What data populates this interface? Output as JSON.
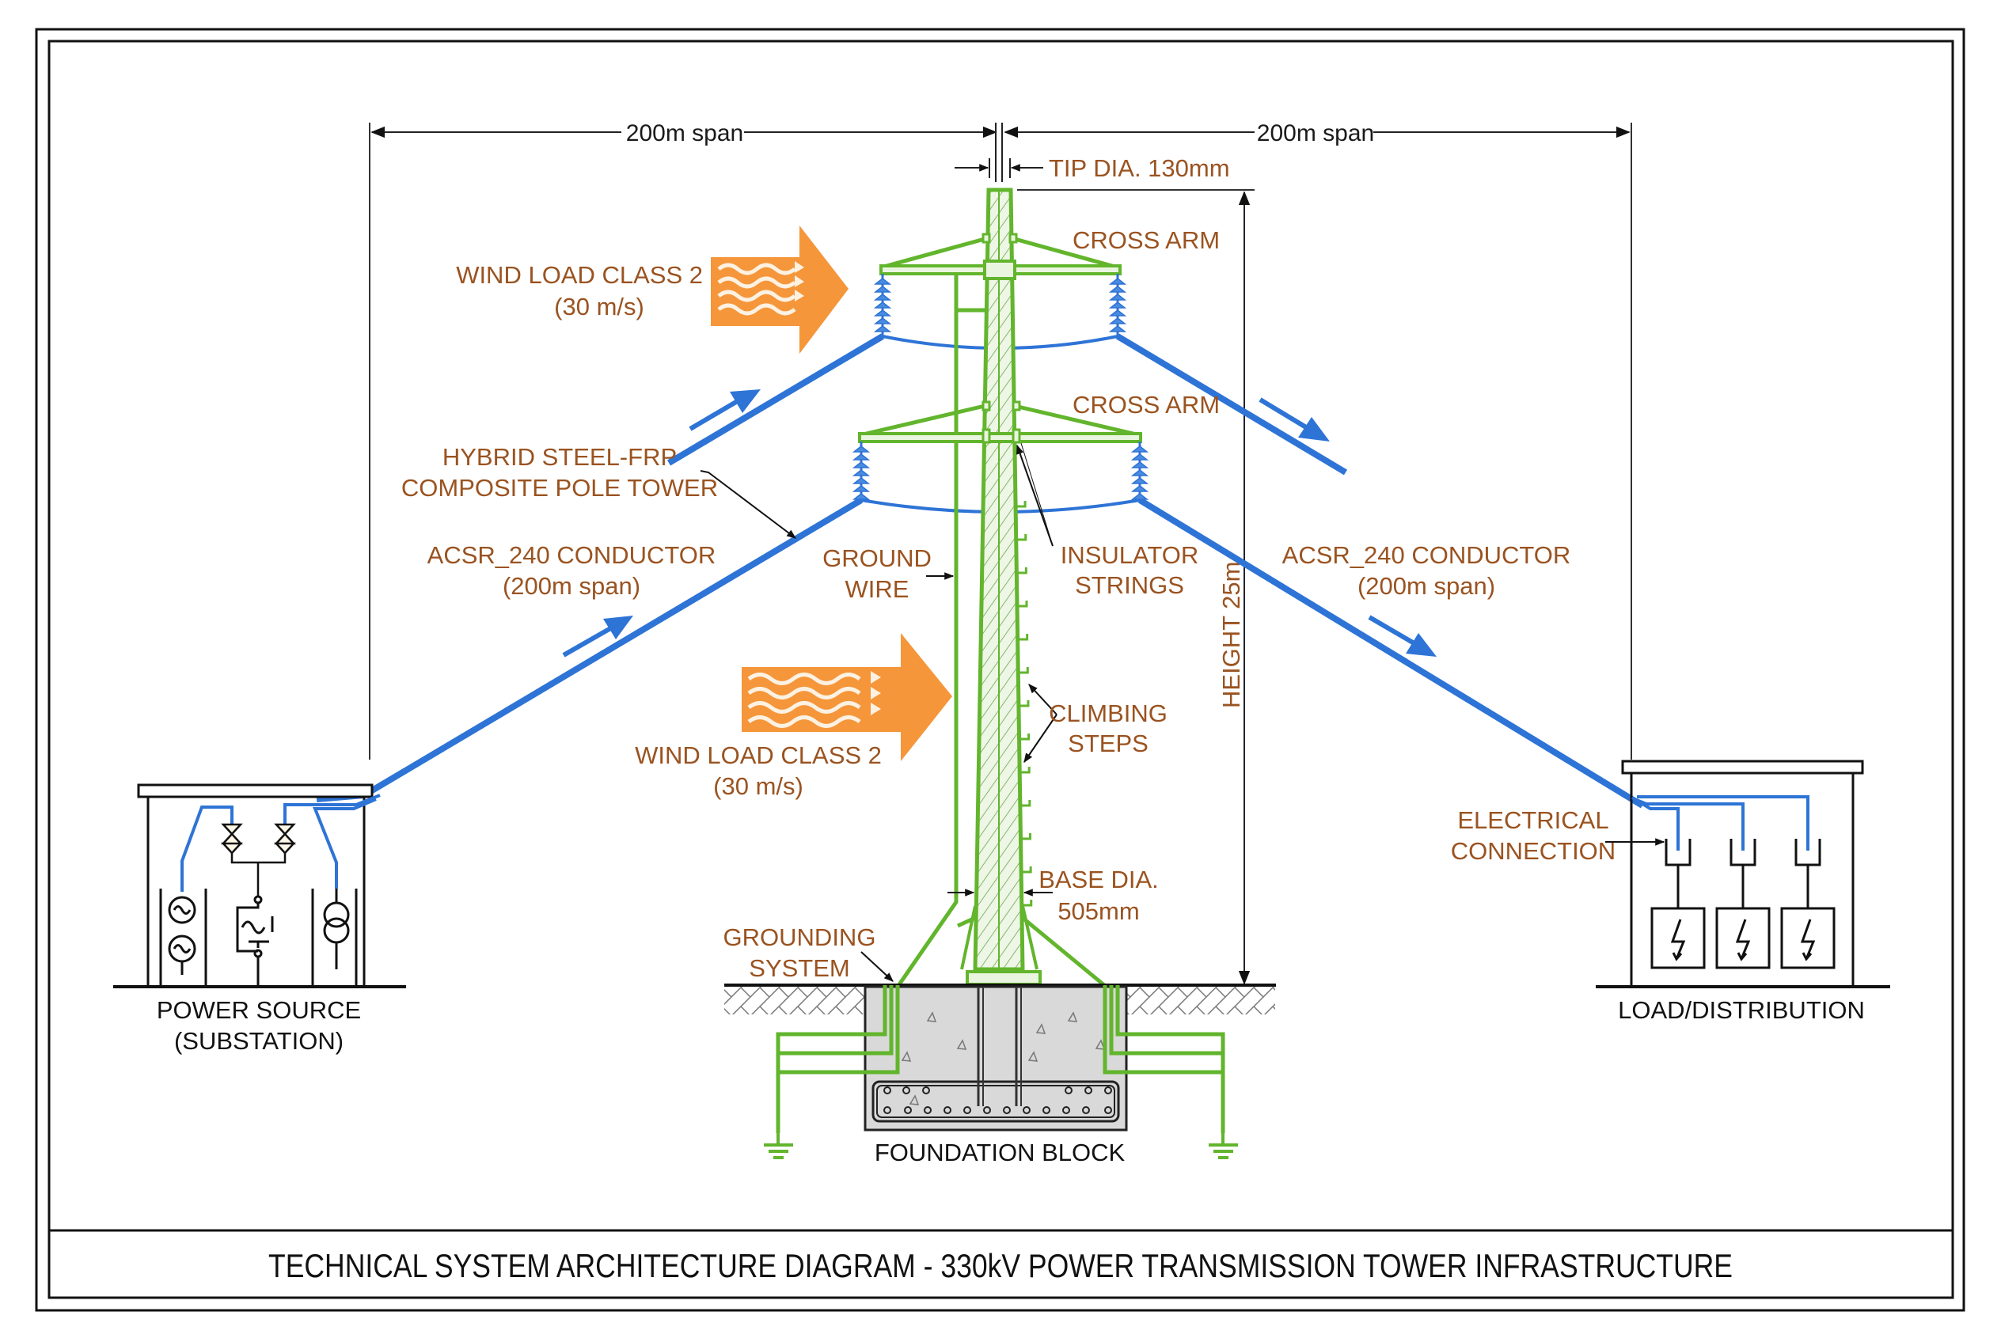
{
  "title": "TECHNICAL SYSTEM ARCHITECTURE DIAGRAM - 330kV POWER TRANSMISSION TOWER INFRASTRUCTURE",
  "colors": {
    "tower": "#62b52c",
    "conductor": "#2e74d6",
    "label": "#9a5320",
    "wind_arrow": "#f5963a",
    "ink": "#111111",
    "concrete": "#d9d9d9"
  },
  "dimensions": {
    "left_span": "200m span",
    "right_span": "200m span",
    "tip_diameter": "TIP DIA. 130mm",
    "height": "HEIGHT 25m",
    "base_diameter_line1": "BASE DIA.",
    "base_diameter_line2": "505mm"
  },
  "labels": {
    "cross_arm_upper": "CROSS ARM",
    "cross_arm_lower": "CROSS ARM",
    "wind_upper_line1": "WIND LOAD CLASS 2",
    "wind_upper_line2": "(30 m/s)",
    "wind_lower_line1": "WIND LOAD CLASS 2",
    "wind_lower_line2": "(30 m/s)",
    "tower_type_line1": "HYBRID STEEL-FRP",
    "tower_type_line2": "COMPOSITE POLE TOWER",
    "conductor_left_line1": "ACSR_240 CONDUCTOR",
    "conductor_left_line2": "(200m span)",
    "conductor_right_line1": "ACSR_240 CONDUCTOR",
    "conductor_right_line2": "(200m span)",
    "ground_wire_line1": "GROUND",
    "ground_wire_line2": "WIRE",
    "insulator_line1": "INSULATOR",
    "insulator_line2": "STRINGS",
    "climbing_line1": "CLIMBING",
    "climbing_line2": "STEPS",
    "grounding_line1": "GROUNDING",
    "grounding_line2": "SYSTEM",
    "foundation": "FOUNDATION BLOCK",
    "electrical_line1": "ELECTRICAL",
    "electrical_line2": "CONNECTION",
    "power_source_line1": "POWER SOURCE",
    "power_source_line2": "(SUBSTATION)",
    "load": "LOAD/DISTRIBUTION"
  },
  "icons": {
    "generator": "ac-generator-symbol",
    "breaker": "circuit-breaker-symbol",
    "transformer": "transformer-symbol",
    "load": "lightning-load-symbol",
    "ground": "earth-ground-symbol",
    "wind": "wind-arrow"
  }
}
